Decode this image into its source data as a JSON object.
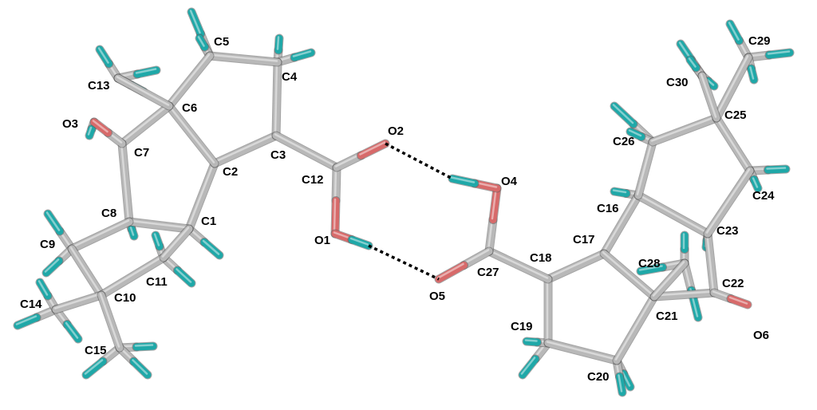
{
  "molecule": {
    "colors": {
      "carbon": "#b8b8b8",
      "hydrogen": "#1fa8a8",
      "oxygen": "#d76a6a",
      "hbond": "#000000"
    },
    "labels": {
      "C1": "C1",
      "C2": "C2",
      "C3": "C3",
      "C4": "C4",
      "C5": "C5",
      "C6": "C6",
      "C7": "C7",
      "C8": "C8",
      "C9": "C9",
      "C10": "C10",
      "C11": "C11",
      "C12": "C12",
      "C13": "C13",
      "C14": "C14",
      "C15": "C15",
      "C16": "C16",
      "C17": "C17",
      "C18": "C18",
      "C19": "C19",
      "C20": "C20",
      "C21": "C21",
      "C22": "C22",
      "C23": "C23",
      "C24": "C24",
      "C25": "C25",
      "C26": "C26",
      "C27": "C27",
      "C28": "C28",
      "C29": "C29",
      "C30": "C30",
      "O1": "O1",
      "O2": "O2",
      "O3": "O3",
      "O4": "O4",
      "O5": "O5",
      "O6": "O6"
    }
  }
}
